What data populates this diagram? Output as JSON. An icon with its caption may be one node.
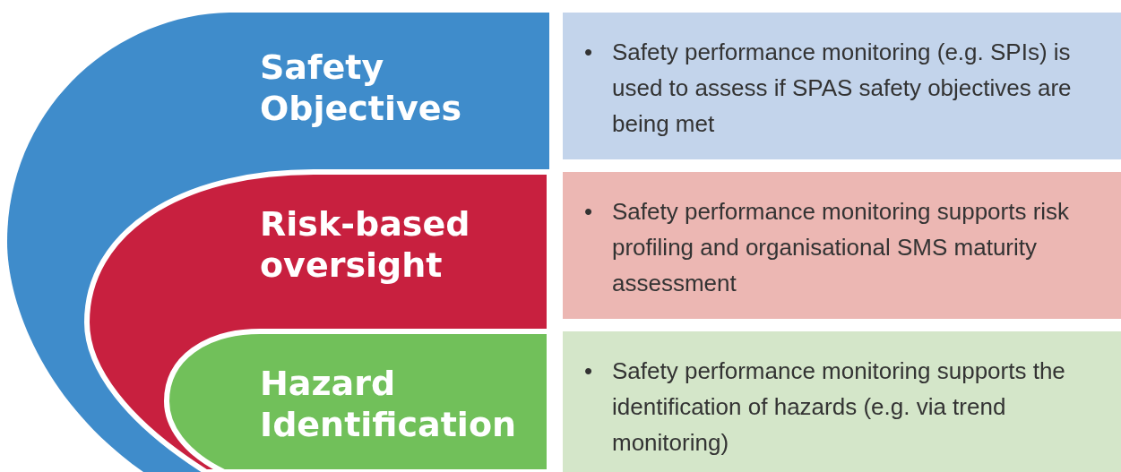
{
  "diagram": {
    "nodes": [
      {
        "text": [
          "Safety Objectives"
        ]
      },
      {
        "text": [
          "•",
          "Safety performance monitoring (e.g. SPIs) is used to assess if SPAS safety objectives are being met"
        ]
      },
      {
        "text": [
          "Risk-based oversight"
        ],
        "in": 0
      },
      {
        "text": [
          "•",
          "Safety performance monitoring supports risk profiling and organisational SMS maturity assessment"
        ]
      },
      {
        "text": [
          "Hazard Identification"
        ],
        "in": 2
      },
      {
        "text": [
          "•",
          "Safety performance monitoring supports the identification of hazards (e.g. via trend monitoring)"
        ]
      }
    ]
  }
}
